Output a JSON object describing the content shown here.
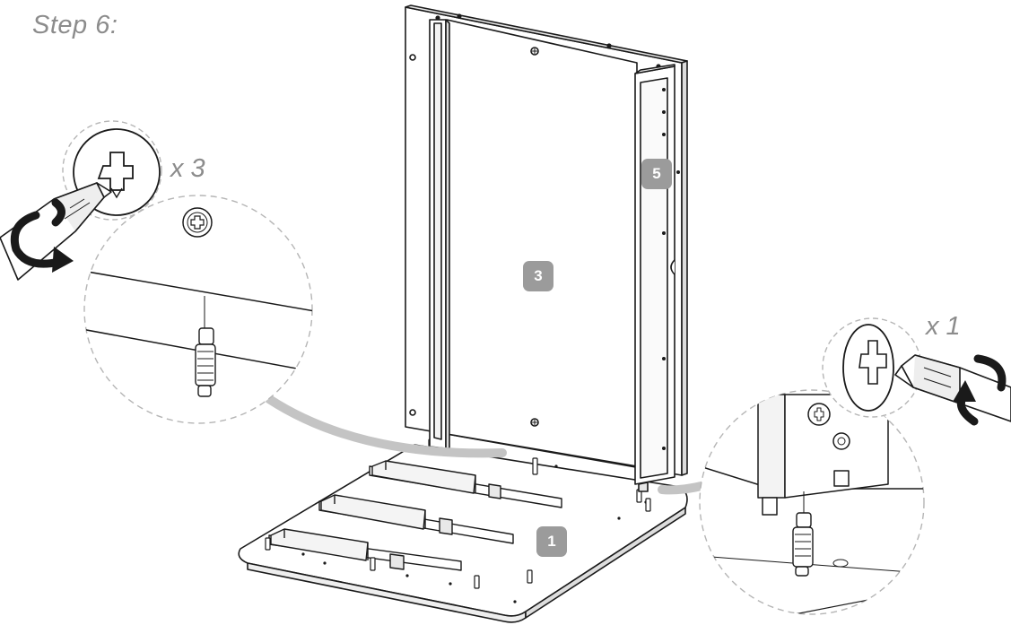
{
  "step": {
    "title": "Step 6:"
  },
  "callouts": {
    "left_quantity": "x 3",
    "right_quantity": "x 1"
  },
  "parts": {
    "panel_back": "3",
    "panel_side": "5",
    "base": "1"
  },
  "colors": {
    "line": "#1a1a1a",
    "label_gray": "#8c8c8c",
    "badge_gray": "#9b9b9b",
    "dash_gray": "#b5b5b5",
    "leader_gray": "#c4c4c4"
  },
  "icons": [
    "phillips-screw-icon",
    "screwdriver-icon",
    "rotation-arrow-icon",
    "dowel-pin-icon"
  ]
}
